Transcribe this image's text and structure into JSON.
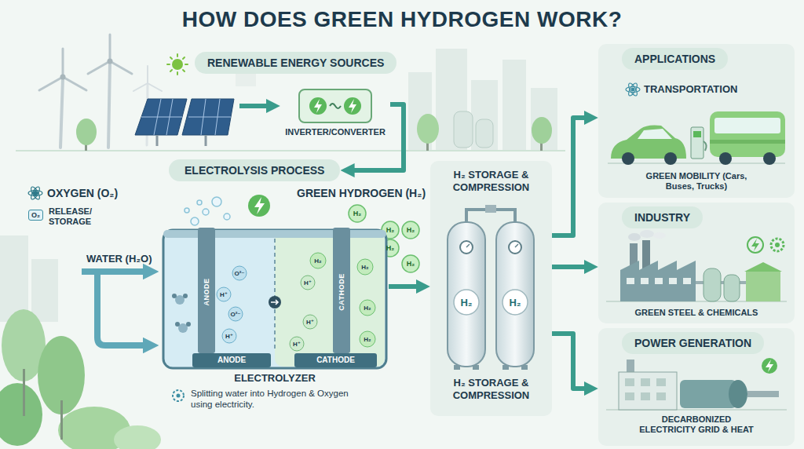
{
  "diagram": {
    "title": "HOW DOES GREEN HYDROGEN WORK?",
    "nodes": [
      {
        "text": [
          "RENEWABLE ENERGY SOURCES"
        ]
      },
      {
        "text": [
          "INVERTER/CONVERTER"
        ]
      },
      {
        "text": [
          "ELECTROLYSIS PROCESS"
        ]
      },
      {
        "text": [
          "ELECTROLYZER",
          "Splitting water into Hydrogen & Oxygen using electricity."
        ]
      },
      {
        "text": [
          "ANODE"
        ],
        "in": 3
      },
      {
        "text": [
          "CATHODE"
        ],
        "in": 3
      },
      {
        "text": [
          "H₂ STORAGE & COMPRESSION",
          "H₂ STORAGE & COMPRESSION"
        ]
      },
      {
        "text": [
          "APPLICATIONS",
          "TRANSPORTATION",
          "GREEN MOBILITY (Cars, Buses, Trucks)"
        ]
      },
      {
        "text": [
          "INDUSTRY",
          "GREEN STEEL & CHEMICALS"
        ]
      },
      {
        "text": [
          "POWER GENERATION",
          "DECARBONIZED ELECTRICITY GRID & HEAT"
        ]
      }
    ],
    "edges": [
      {
        "from": 0,
        "to": 1,
        "arrow": "to"
      },
      {
        "from": 1,
        "to": 2,
        "arrow": "to"
      },
      {
        "from": 3,
        "to": 6,
        "arrow": "to"
      },
      {
        "from": 6,
        "to": 7,
        "arrow": "to"
      },
      {
        "from": 6,
        "to": 8,
        "arrow": "to"
      },
      {
        "from": 6,
        "to": 9,
        "arrow": "to"
      }
    ],
    "labels": [
      "OXYGEN (O₂)",
      "O₂",
      "RELEASE/ STORAGE",
      "GREEN HYDROGEN (H₂)",
      "WATER (H₂O)",
      "ANODE",
      "CATHODE",
      "H₂",
      "H₂",
      "H₂",
      "H₂",
      "H₂",
      "O²⁻",
      "O²⁻",
      "H⁺",
      "H⁺",
      "H⁺",
      "H⁺",
      "H⁺",
      "H₂",
      "H₂",
      "H₂",
      "H₂",
      "H₂",
      "H₂"
    ]
  }
}
